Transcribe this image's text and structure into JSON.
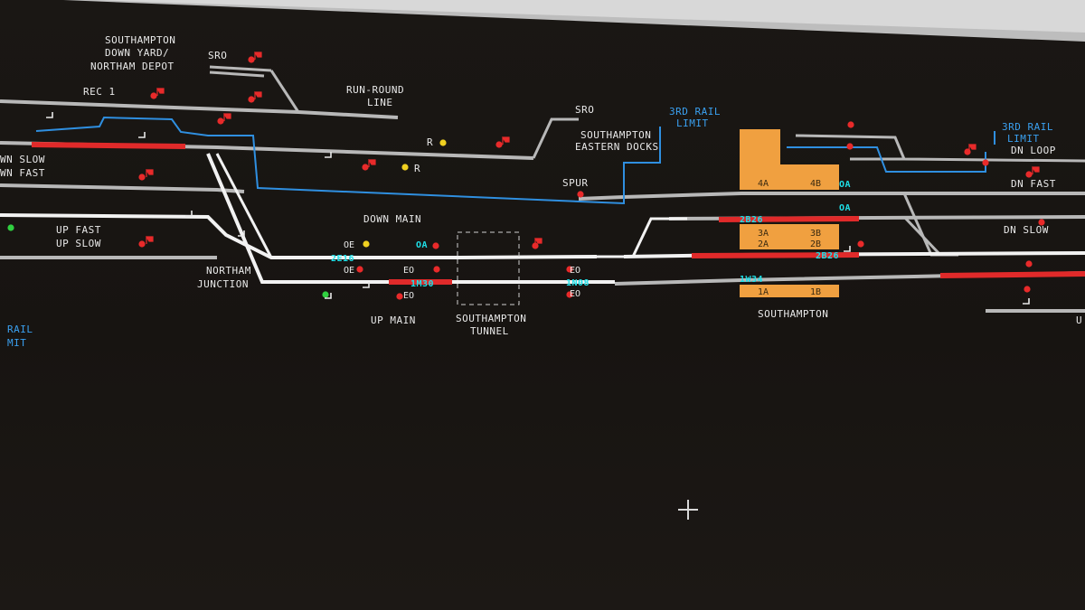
{
  "colors": {
    "track": "#b8b8b8",
    "route_set": "#f2f2f2",
    "occupied": "#e02a2a",
    "third_rail": "#2f8fe0",
    "platform": "#f0a040",
    "headcode": "#1ee0e8",
    "signal_red": "#e82a2a",
    "signal_yellow": "#f0d020",
    "signal_green": "#30d040"
  },
  "labels": {
    "southampton_down_yard_1": "SOUTHAMPTON",
    "southampton_down_yard_2": "DOWN YARD/",
    "southampton_down_yard_3": "NORTHAM DEPOT",
    "sro_1": "SRO",
    "rec1": "REC 1",
    "run_round_1": "RUN-ROUND",
    "run_round_2": "LINE",
    "sro_2": "SRO",
    "eastern_docks_1": "SOUTHAMPTON",
    "eastern_docks_2": "EASTERN DOCKS",
    "spur": "SPUR",
    "third_rail_limit_a_1": "3RD RAIL",
    "third_rail_limit_a_2": "LIMIT",
    "third_rail_limit_b_1": "3RD RAIL",
    "third_rail_limit_b_2": "LIMIT",
    "third_rail_limit_c_1": "RAIL",
    "third_rail_limit_c_2": "MIT",
    "dn_loop": "DN LOOP",
    "dn_fast": "DN FAST",
    "dn_slow": "DN SLOW",
    "down_slow_left": "WN SLOW",
    "down_fast_left": "WN FAST",
    "up_fast": "UP FAST",
    "up_slow": "UP SLOW",
    "down_main": "DOWN MAIN",
    "up_main": "UP MAIN",
    "northam_junction_1": "NORTHAM",
    "northam_junction_2": "JUNCTION",
    "southampton_tunnel_1": "SOUTHAMPTON",
    "southampton_tunnel_2": "TUNNEL",
    "southampton_station": "SOUTHAMPTON",
    "up_right": "U",
    "r_1": "R",
    "r_2": "R"
  },
  "headcodes": {
    "hc_2e16": "2E16",
    "hc_1m30": "1M30",
    "hc_1n08": "1N08",
    "hc_2b26_a": "2B26",
    "hc_2b26_b": "2B26",
    "hc_1w34": "1W34"
  },
  "platforms": {
    "p4a": "4A",
    "p4b": "4B",
    "p3a": "3A",
    "p3b": "3B",
    "p2a": "2A",
    "p2b": "2B",
    "p1a": "1A",
    "p1b": "1B"
  },
  "signal_tags": {
    "oe_1": "OE",
    "oe_2": "OE",
    "eo_1": "EO",
    "eo_2": "EO",
    "eo_3": "EO",
    "eo_4": "EO",
    "oa_1": "OA",
    "oa_2": "OA",
    "oa_3": "OA"
  }
}
